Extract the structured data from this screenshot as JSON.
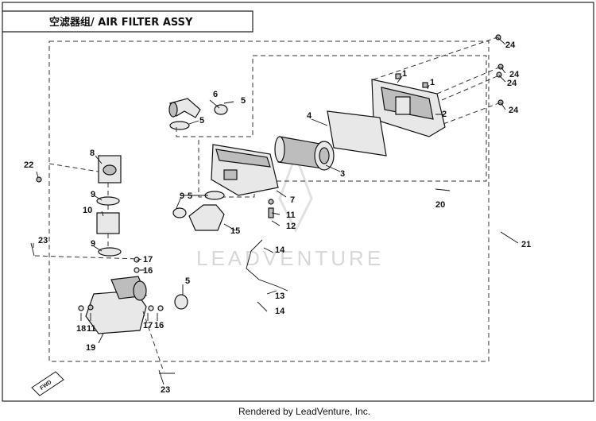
{
  "title": "空滤器组/ AIR FILTER ASSY",
  "footer": "Rendered by LeadVenture, Inc.",
  "watermark": "LEADVENTURE",
  "callouts": {
    "c1a": "1",
    "c1b": "1",
    "c2": "2",
    "c3": "3",
    "c4": "4",
    "c5a": "5",
    "c5b": "5",
    "c5c": "5",
    "c5d": "5",
    "c6": "6",
    "c7": "7",
    "c8": "8",
    "c9a": "9",
    "c9b": "9",
    "c9c": "9",
    "c10": "10",
    "c11a": "11",
    "c11b": "11",
    "c12": "12",
    "c13": "13",
    "c14a": "14",
    "c14b": "14",
    "c15": "15",
    "c16a": "16",
    "c16b": "16",
    "c17a": "17",
    "c17b": "17",
    "c18": "18",
    "c19": "19",
    "c20": "20",
    "c21": "21",
    "c22": "22",
    "c23a": "23",
    "c23b": "23",
    "c24a": "24",
    "c24b": "24",
    "c24c": "24",
    "c24d": "24"
  },
  "fwd_label": "FWD"
}
